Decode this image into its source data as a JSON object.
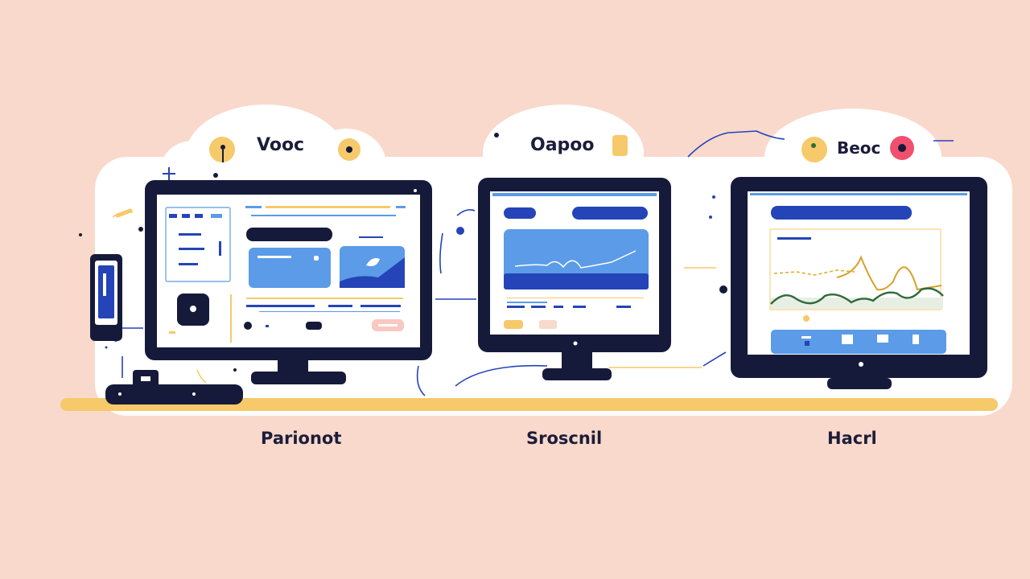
{
  "top_labels": {
    "left": "Vooc",
    "middle": "Oapoo",
    "right": "Beoc"
  },
  "bottom_labels": {
    "left": "Parionot",
    "middle": "Sroscnil",
    "right": "Hacrl"
  },
  "colors": {
    "background": "#f9d9cc",
    "panel": "#ffffff",
    "frame": "#161a3a",
    "blue": "#5b9be8",
    "deep_blue": "#2444b8",
    "yellow": "#f6c96a",
    "green": "#2f6b3a",
    "pink": "#f0506e"
  }
}
